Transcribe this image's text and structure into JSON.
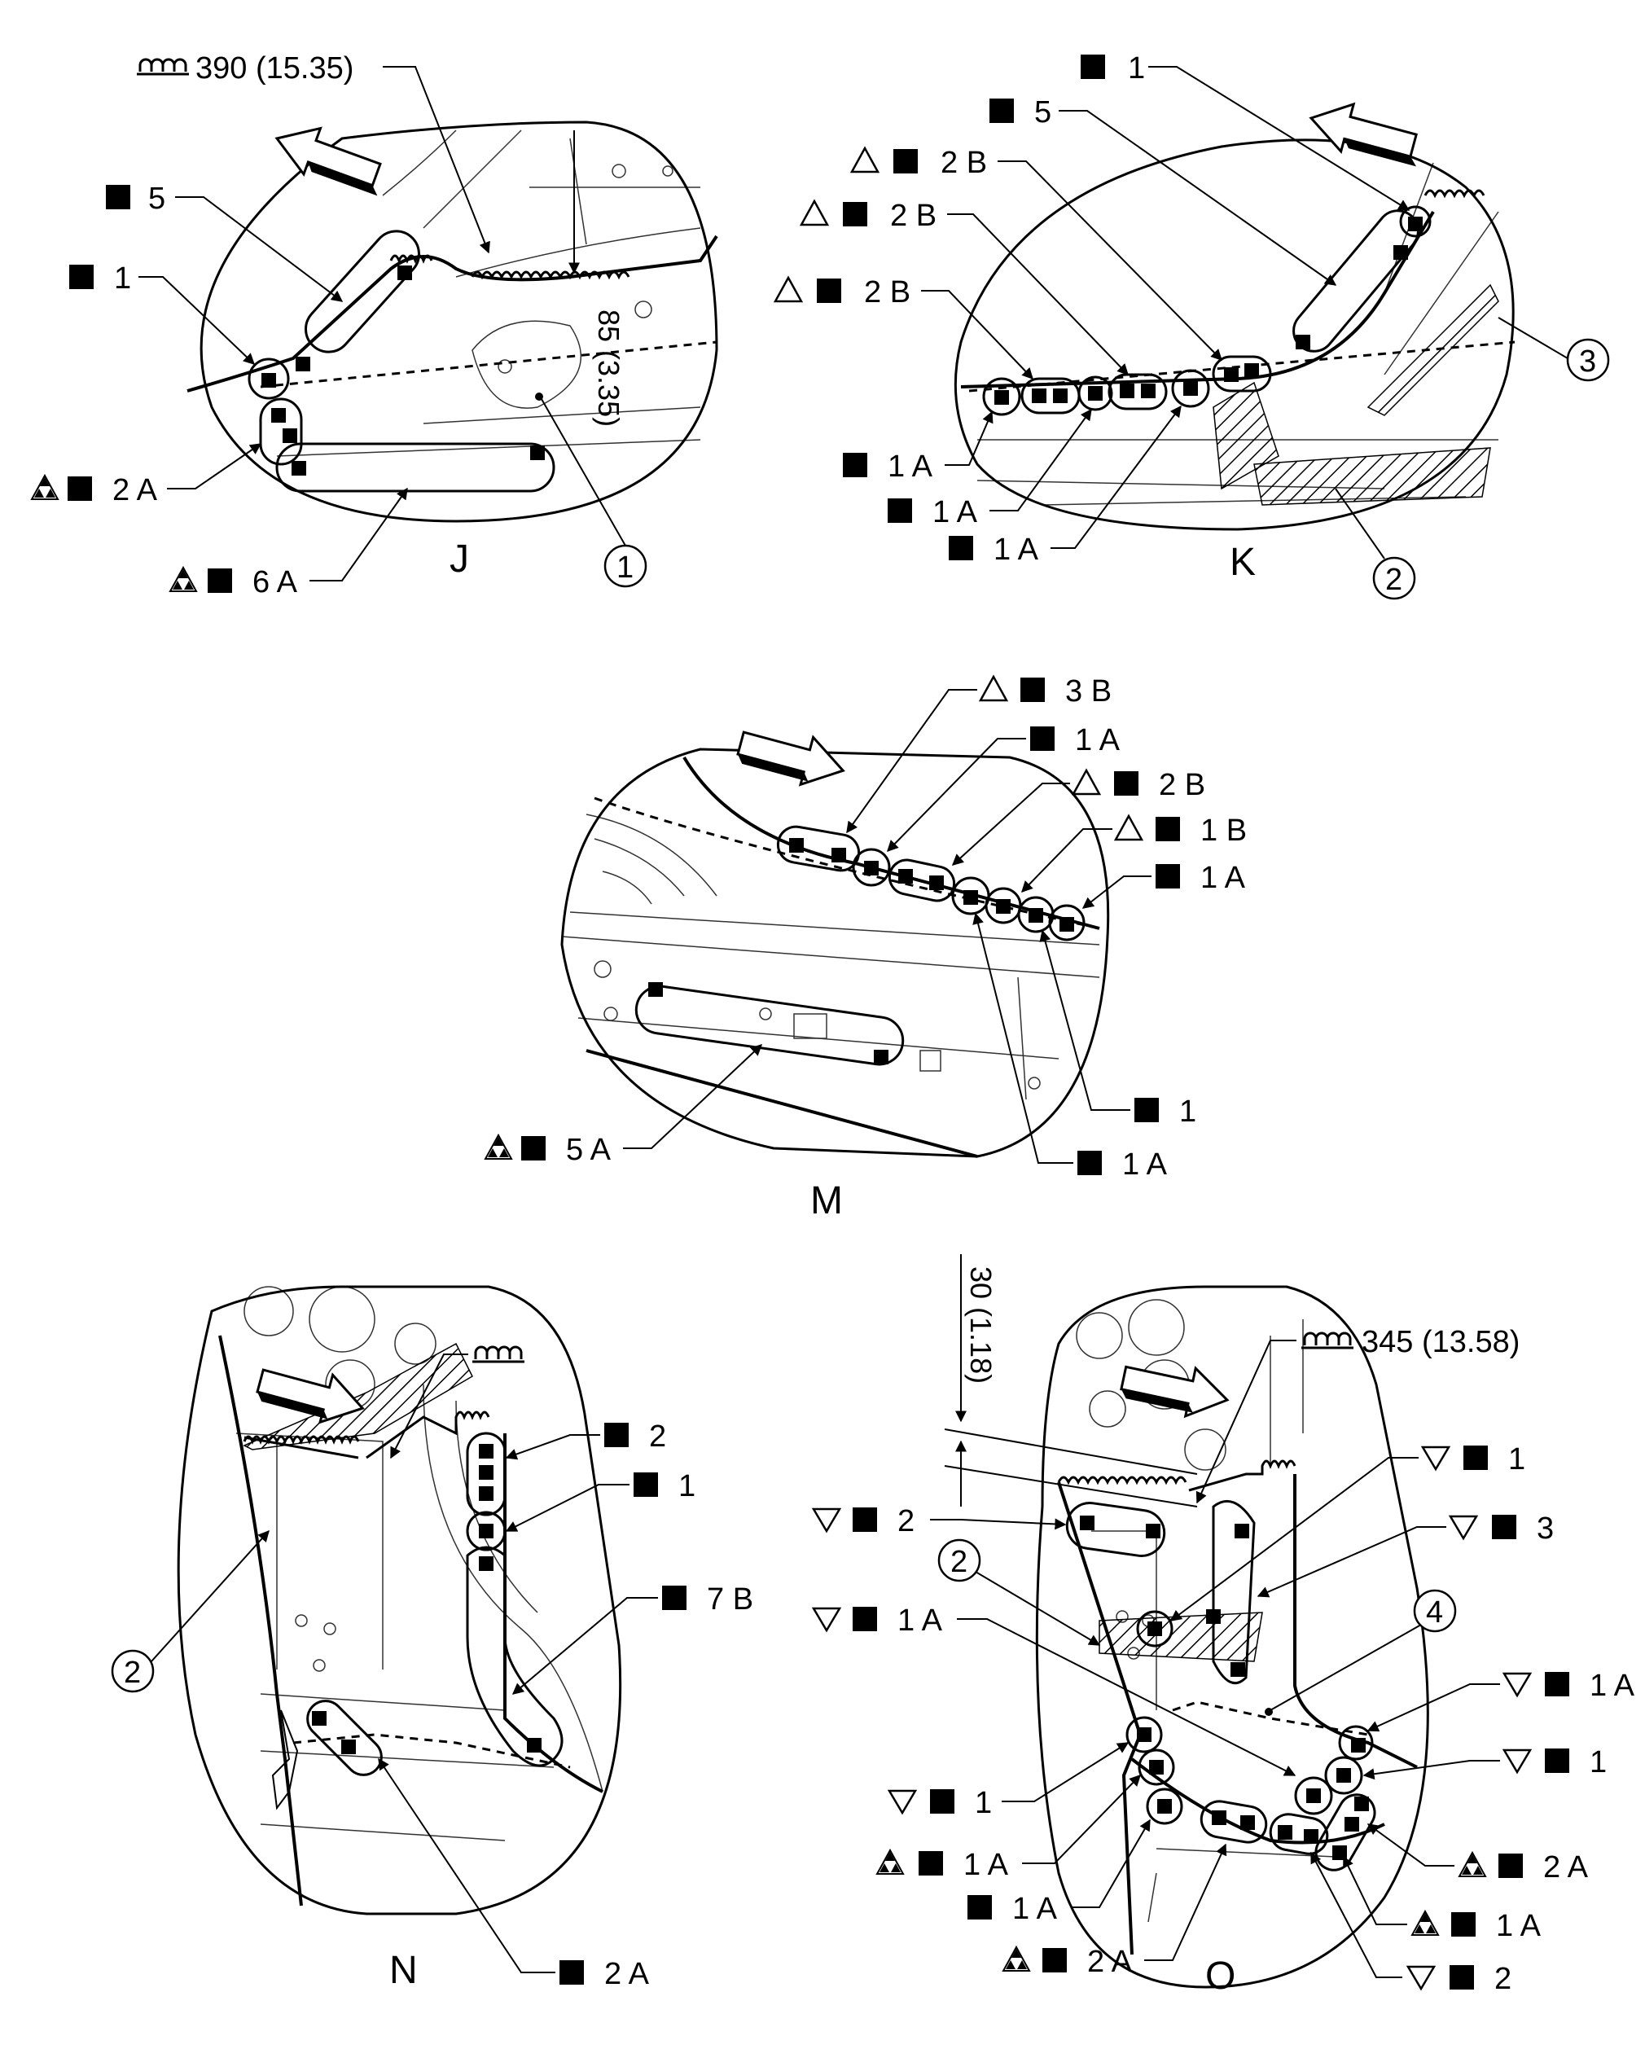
{
  "views": {
    "j": {
      "name": "J",
      "labels": {
        "length_390": "390 (15.35)",
        "spot_5": "5",
        "spot_1": "1",
        "spot_2a": "2 A",
        "spot_6a": "6 A"
      },
      "dimension": "85 (3.35)",
      "callout_1": "1"
    },
    "k": {
      "name": "K",
      "labels": {
        "spot_1": "1",
        "spot_5": "5",
        "spot_2b_a": "2 B",
        "spot_2b_b": "2 B",
        "spot_2b_c": "2 B",
        "spot_1a_a": "1 A",
        "spot_1a_b": "1 A",
        "spot_1a_c": "1 A"
      },
      "callout_2": "2",
      "callout_3": "3"
    },
    "m": {
      "name": "M",
      "labels": {
        "spot_3b": "3 B",
        "spot_1a_top": "1 A",
        "spot_2b": "2 B",
        "spot_1b": "1 B",
        "spot_1a_right": "1 A",
        "spot_1": "1",
        "spot_1a_bottom": "1 A",
        "spot_5a": "5 A"
      }
    },
    "n": {
      "name": "N",
      "labels": {
        "spot_2": "2",
        "spot_1": "1",
        "spot_7b": "7 B",
        "spot_2a": "2 A"
      },
      "callout_2": "2"
    },
    "o": {
      "name": "O",
      "dimension": "30 (1.18)",
      "labels": {
        "length_345": "345 (13.58)",
        "spot_1_top": "1",
        "spot_3": "3",
        "spot_2_left": "2",
        "spot_1a_left": "1 A",
        "spot_1a_right": "1 A",
        "spot_1_right": "1",
        "spot_1_left": "1",
        "spot_1a_tri": "1 A",
        "spot_1a_plain": "1 A",
        "spot_2a_right": "2 A",
        "spot_1a_br": "1 A",
        "spot_2a_bottom": "2 A",
        "spot_2_bottom": "2"
      },
      "callout_2": "2",
      "callout_4": "4"
    }
  }
}
